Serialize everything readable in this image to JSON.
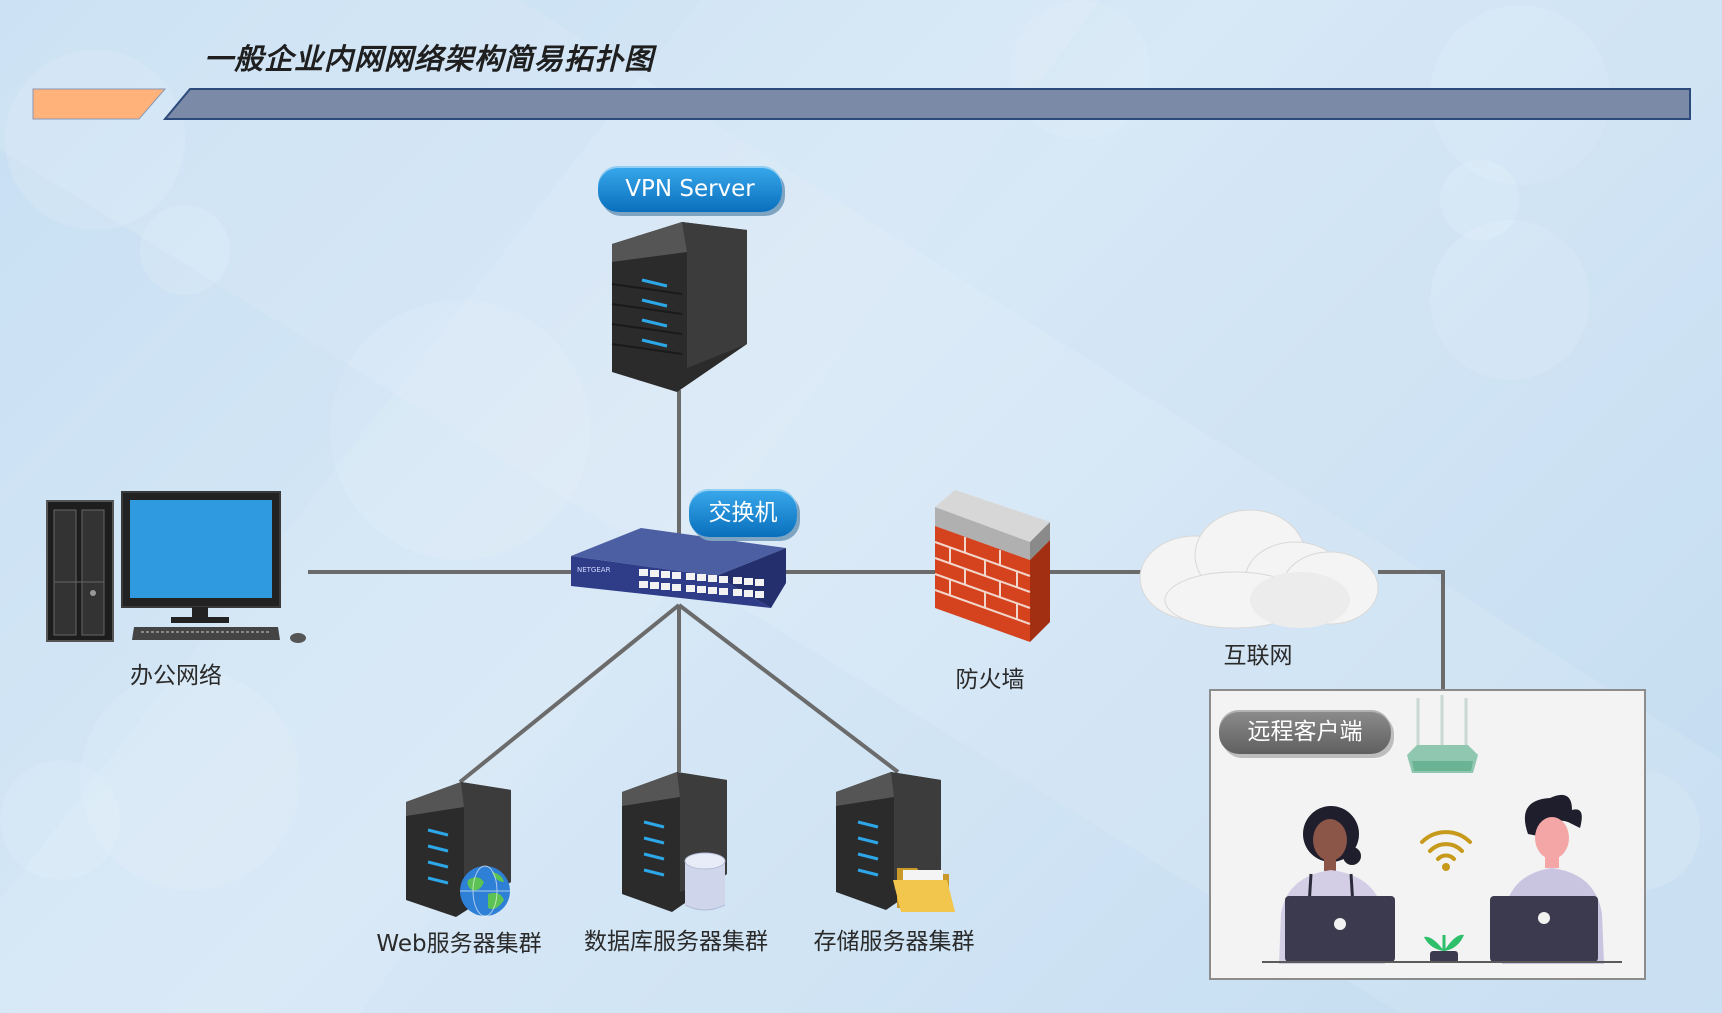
{
  "title": "一般企业内网网络架构简易拓扑图",
  "nodes": {
    "vpn_server": "VPN Server",
    "switch": "交换机",
    "office_network": "办公网络",
    "firewall": "防火墙",
    "internet": "互联网",
    "remote_client": "远程客户端",
    "web_cluster": "Web服务器集群",
    "db_cluster": "数据库服务器集群",
    "storage_cluster": "存储服务器集群"
  },
  "colors": {
    "background": "#c7dff3",
    "banner": "#7b8aa6",
    "accent": "#ffb27a",
    "link": "#6b6b6b",
    "pill_blue": "#0d7fd0",
    "pill_gray": "#6e6e6e"
  },
  "links": [
    [
      "vpn_server",
      "switch"
    ],
    [
      "office_network",
      "switch"
    ],
    [
      "switch",
      "firewall"
    ],
    [
      "firewall",
      "internet"
    ],
    [
      "internet",
      "remote_client"
    ],
    [
      "switch",
      "web_cluster"
    ],
    [
      "switch",
      "db_cluster"
    ],
    [
      "switch",
      "storage_cluster"
    ]
  ]
}
